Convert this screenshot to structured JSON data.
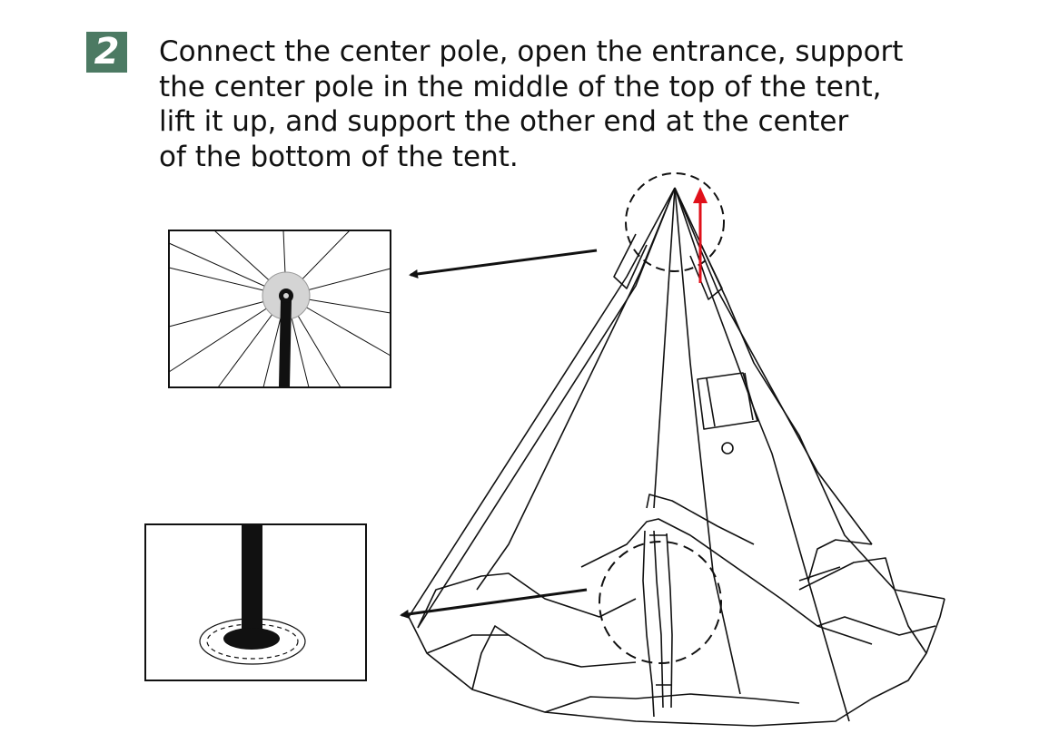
{
  "step": {
    "number": "2",
    "instruction_lines": [
      "Connect the center pole, open the entrance, support",
      "the center pole in the middle of the top of the tent,",
      "lift it up, and support the other end at the center",
      "of the bottom of the tent."
    ]
  },
  "colors": {
    "badge": "#4c7a63",
    "lift_arrow": "#e0101a",
    "line": "#111111"
  }
}
